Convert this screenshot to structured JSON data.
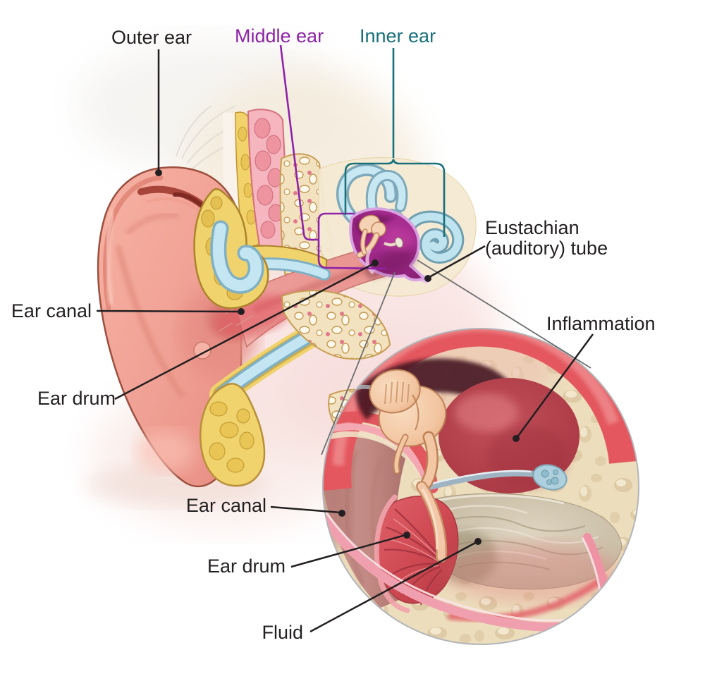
{
  "palette": {
    "label_black": "#231f20",
    "middle_ear_purple": "#8e22a8",
    "inner_ear_teal": "#17707b",
    "leader_line_black": "#231f20",
    "magnifier_line_gray": "#6d6e70",
    "skin_salmon": "#f2a396",
    "cartilage_blue": "#c3e6f2",
    "fat_yellow": "#f1d36e",
    "bone_cream": "#f3e2c0",
    "middle_ear_magenta": "#a12a8c",
    "inner_ear_blue": "#b7dfec",
    "inflammation_red": "#e2565e",
    "ear_drum_red": "#cf4a52",
    "fluid_tan": "#c6bca8",
    "canal_mauve": "#c28b85"
  },
  "labels": {
    "outer_ear": {
      "text": "Outer ear",
      "color": "#231f20"
    },
    "middle_ear": {
      "text": "Middle ear",
      "color": "#8e22a8"
    },
    "inner_ear": {
      "text": "Inner ear",
      "color": "#17707b"
    },
    "ear_canal_main": {
      "text": "Ear canal",
      "color": "#231f20"
    },
    "ear_drum_main": {
      "text": "Ear drum",
      "color": "#231f20"
    },
    "eustachian": {
      "line1": "Eustachian",
      "line2": "(auditory) tube",
      "color": "#231f20"
    },
    "inflammation": {
      "text": "Inflammation",
      "color": "#231f20"
    },
    "ear_canal_inset": {
      "text": "Ear canal",
      "color": "#231f20"
    },
    "ear_drum_inset": {
      "text": "Ear drum",
      "color": "#231f20"
    },
    "fluid": {
      "text": "Fluid",
      "color": "#231f20"
    }
  }
}
